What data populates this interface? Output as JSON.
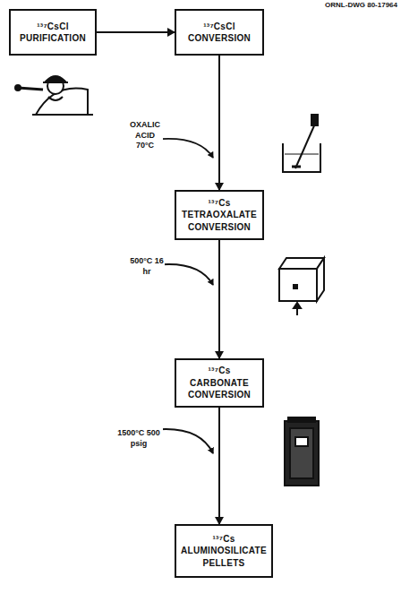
{
  "diagram": {
    "nodes": [
      {
        "text": [
          "¹³⁷CsCl PURIFICATION"
        ]
      },
      {
        "text": [
          "¹³⁷CsCl CONVERSION"
        ]
      },
      {
        "text": [
          "¹³⁷Cs TETRAOXALATE CONVERSION"
        ]
      },
      {
        "text": [
          "¹³⁷Cs CARBONATE CONVERSION"
        ]
      },
      {
        "text": [
          "¹³⁷Cs ALUMINOSILICATE PELLETS"
        ]
      }
    ],
    "edges": [
      {
        "from": 0,
        "to": 1,
        "arrow": "to"
      },
      {
        "from": 1,
        "to": 2,
        "arrow": "to"
      },
      {
        "from": 2,
        "to": 3,
        "arrow": "to"
      },
      {
        "from": 3,
        "to": 4,
        "arrow": "to"
      }
    ],
    "labels": [
      "ORNL-DWG 80-17964",
      "OXALIC ACID 70°C",
      "500°C 16 hr",
      "1500°C 500 psig"
    ]
  }
}
